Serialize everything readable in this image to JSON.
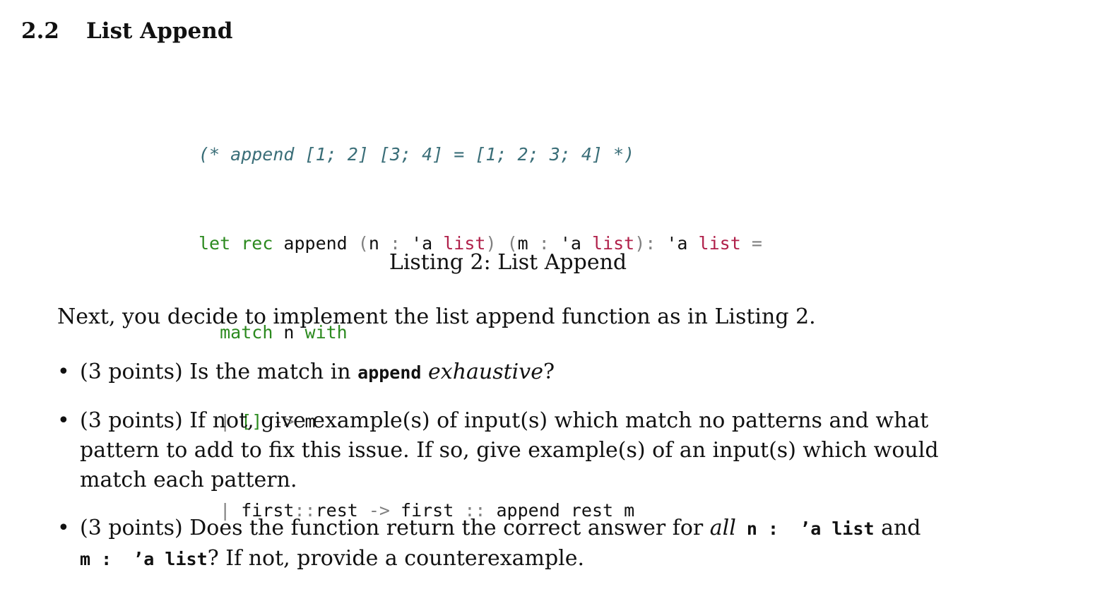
{
  "section": {
    "number": "2.2",
    "title": "List Append"
  },
  "listing": {
    "comment": "(* append [1; 2] [3; 4] = [1; 2; 3; 4] *)",
    "line2": {
      "let": "let",
      "rec": "rec",
      "name": " append ",
      "open1": "(",
      "arg1": "n",
      "colon1": " : ",
      "tv1": "'a ",
      "ty1": "list",
      "close1": ")",
      "open2": " (",
      "arg2": "m",
      "colon2": " : ",
      "tv2": "'a ",
      "ty2": "list",
      "close2": "):",
      "tv3": " 'a ",
      "ty3": "list",
      "eq": " ="
    },
    "line3": {
      "match": "match",
      "var": " n ",
      "with": "with"
    },
    "line4": {
      "bar": "|",
      "nil": " []",
      "arrow": " ->",
      "result": " m"
    },
    "line5": {
      "bar": "|",
      "first": " first",
      "cons": "::",
      "rest": "rest",
      "arrow": " ->",
      "first2": " first",
      "cons2": " ::",
      "tail": " append rest m"
    },
    "caption": "Listing 2: List Append"
  },
  "intro": "Next, you decide to implement the list append function as in Listing 2.",
  "bullets": {
    "mark": "•",
    "b1": {
      "pre": "(3 points) Is the match in ",
      "code": "append",
      "sp": " ",
      "em": "exhaustive",
      "post": "?"
    },
    "b2": {
      "text": "(3 points) If not, give example(s) of input(s) which match no patterns and what pattern to add to fix this issue. If so, give example(s) of an input(s) which would match each pattern."
    },
    "b3": {
      "pre": "(3 points) Does the function return the correct answer for ",
      "em": "all",
      "code1": " n :  ’a list",
      "mid": " and ",
      "code2": "m :  ’a list",
      "post": "? If not, provide a counterexample."
    }
  }
}
